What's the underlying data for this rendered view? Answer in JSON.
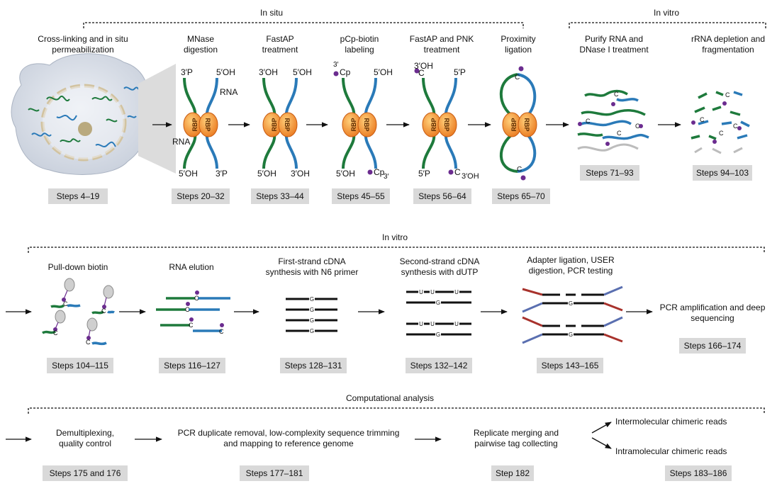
{
  "sections": {
    "in_situ": "In situ",
    "in_vitro_top": "In vitro",
    "in_vitro_mid": "In vitro",
    "computational": "Computational analysis"
  },
  "row1": {
    "labels": {
      "crosslink": "Cross-linking and in situ permeabilization",
      "mnase": "MNase digestion",
      "fastap": "FastAP treatment",
      "pcp": "pCp-biotin labeling",
      "fastap_pnk": "FastAP and PNK treatment",
      "proximity": "Proximity ligation",
      "purify": "Purify RNA and DNase I treatment",
      "rrna": "rRNA depletion and fragmentation"
    },
    "steps": {
      "s1": "Steps 4–19",
      "s2": "Steps 20–32",
      "s3": "Steps 33–44",
      "s4": "Steps 45–55",
      "s5": "Steps 56–64",
      "s6": "Steps 65–70",
      "s7": "Steps 71–93",
      "s8": "Steps 94–103"
    },
    "ends": {
      "mnase_tl": "3′P",
      "mnase_tr": "5′OH",
      "mnase_bl": "5′OH",
      "mnase_br": "3′P",
      "mnase_rna_r": "RNA",
      "mnase_rna_l": "RNA",
      "fastap_tl": "3′OH",
      "fastap_tr": "5′OH",
      "fastap_bl": "5′OH",
      "fastap_br": "3′OH",
      "pcp_tl_prime": "3′",
      "pcp_tl": "Cp",
      "pcp_tr": "5′OH",
      "pcp_bl": "5′OH",
      "pcp_br": "Cp",
      "pcp_br_prime": "3′",
      "pnk_tl": "3′OH",
      "pnk_tr": "5′P",
      "pnk_bl": "5′P",
      "pnk_br": "C",
      "pnk_br_oh": "3′OH",
      "rbp": "RBP",
      "c": "C",
      "g": "G",
      "u": "U"
    }
  },
  "row2": {
    "labels": {
      "pulldown": "Pull-down biotin",
      "elution": "RNA elution",
      "first": "First-strand cDNA synthesis with N6 primer",
      "second": "Second-strand cDNA synthesis with dUTP",
      "adapter": "Adapter ligation, USER digestion, PCR testing",
      "pcr": "PCR amplification and deep sequencing"
    },
    "steps": {
      "s1": "Steps 104–115",
      "s2": "Steps 116–127",
      "s3": "Steps 128–131",
      "s4": "Steps 132–142",
      "s5": "Steps 143–165",
      "s6": "Steps 166–174"
    }
  },
  "row3": {
    "labels": {
      "demux": "Demultiplexing, quality control",
      "dedup": "PCR duplicate removal, low-complexity sequence trimming and mapping to reference genome",
      "merge": "Replicate merging and pairwise tag collecting",
      "inter": "Intermolecular chimeric reads",
      "intra": "Intramolecular chimeric reads"
    },
    "steps": {
      "s1": "Steps 175 and 176",
      "s2": "Steps 177–181",
      "s3": "Step 182",
      "s4": "Steps 183–186"
    }
  },
  "colors": {
    "green": "#1e7a3c",
    "blue": "#2a7ab8",
    "rbp": "#f08a2a",
    "rbp_edge": "#c85a10",
    "biotin": "#6b2c8f",
    "step_bg": "#d9d9d9",
    "adapter_red": "#a8322c",
    "adapter_blue": "#5a6fb0"
  },
  "icons": [
    "cell-icon",
    "rbp-complex-icon",
    "biotin-dot-icon",
    "bead-icon",
    "arrow-icon"
  ]
}
